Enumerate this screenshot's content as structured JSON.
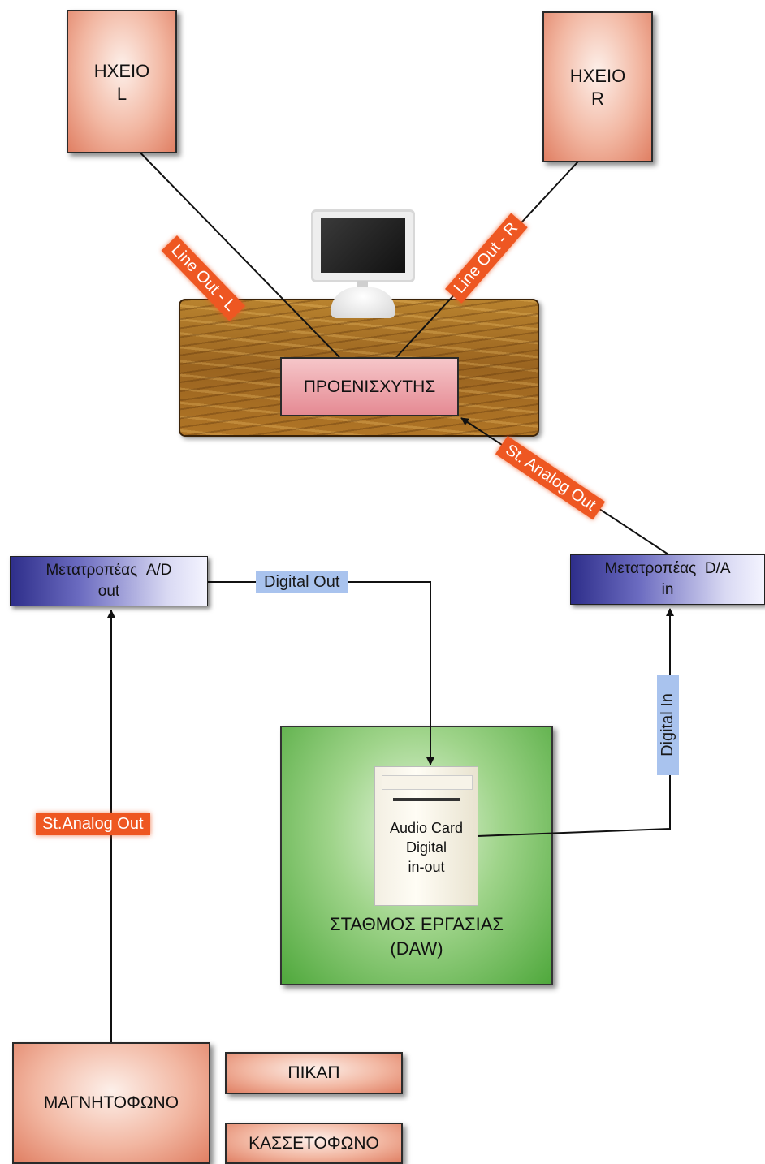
{
  "speaker_left": {
    "line1": "ΗΧΕΙΟ",
    "line2": "L"
  },
  "speaker_right": {
    "line1": "ΗΧΕΙΟ",
    "line2": "R"
  },
  "preamp": "ΠΡΟΕΝΙΣΧΥΤΗΣ",
  "labels": {
    "line_out_l": "Line Out - L",
    "line_out_r": "Line Out - R",
    "st_analog_out_top": "St. Analog Out",
    "digital_out": "Digital Out",
    "digital_in": "Digital In",
    "st_analog_out_left": "St.Analog Out"
  },
  "ad_converter": {
    "line1": "Μετατροπέας  A/D",
    "line2": "out"
  },
  "da_converter": {
    "line1": "Μετατροπέας  D/A",
    "line2": "in"
  },
  "audio_card": {
    "line1": "Audio Card",
    "line2": "Digital",
    "line3": "in-out"
  },
  "workstation": {
    "line1": "ΣΤΑΘΜΟΣ ΕΡΓΑΣΙΑΣ",
    "line2": "(DAW)"
  },
  "tape_recorder": "ΜΑΓΝΗΤΟΦΩΝΟ",
  "turntable": "ΠΙΚΑΠ",
  "cassette_deck": "ΚΑΣΣΕΤΟΦΩΝΟ"
}
